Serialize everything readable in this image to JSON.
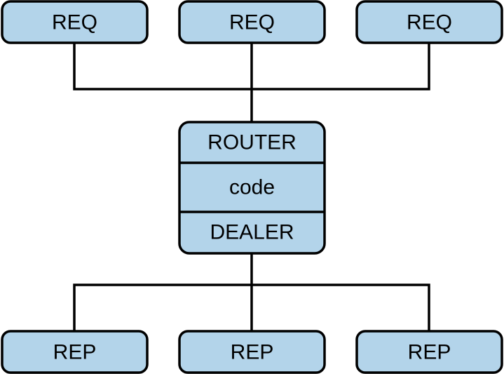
{
  "requesters": [
    {
      "label": "REQ"
    },
    {
      "label": "REQ"
    },
    {
      "label": "REQ"
    }
  ],
  "broker": {
    "router_label": "ROUTER",
    "code_label": "code",
    "dealer_label": "DEALER"
  },
  "workers": [
    {
      "label": "REP"
    },
    {
      "label": "REP"
    },
    {
      "label": "REP"
    }
  ],
  "colors": {
    "box_fill": "#b3d4ea",
    "stroke": "#000000"
  }
}
